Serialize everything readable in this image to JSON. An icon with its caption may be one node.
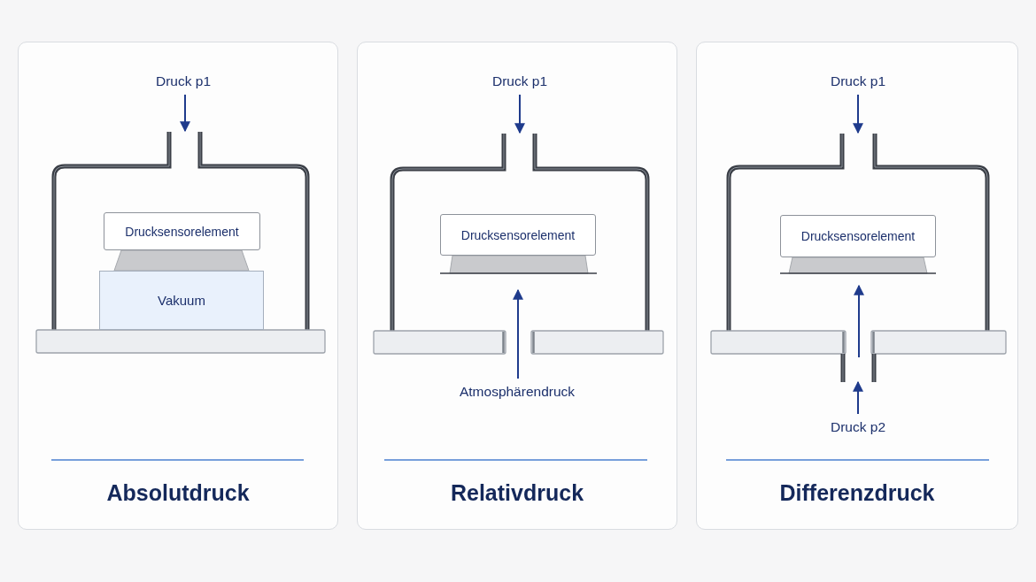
{
  "diagram": {
    "nodes": [
      {
        "text": [
          "Absolutdruck"
        ]
      },
      {
        "text": [
          "Druck p1"
        ],
        "in": 0
      },
      {
        "text": [
          "Drucksensorelement"
        ],
        "in": 0
      },
      {
        "text": [
          "Vakuum"
        ],
        "in": 0
      },
      {
        "text": [
          "Relativdruck"
        ]
      },
      {
        "text": [
          "Druck p1"
        ],
        "in": 4
      },
      {
        "text": [
          "Drucksensorelement"
        ],
        "in": 4
      },
      {
        "text": [
          "Atmosphärendruck"
        ],
        "in": 4
      },
      {
        "text": [
          "Differenzdruck"
        ]
      },
      {
        "text": [
          "Druck p1"
        ],
        "in": 8
      },
      {
        "text": [
          "Drucksensorelement"
        ],
        "in": 8
      },
      {
        "text": [
          "Druck p2"
        ],
        "in": 8
      }
    ],
    "edges": [
      {
        "from": 1,
        "to": null,
        "arrow": "to"
      },
      {
        "from": 5,
        "to": null,
        "arrow": "to"
      },
      {
        "from": 7,
        "to": null,
        "arrow": "to"
      },
      {
        "from": 9,
        "to": null,
        "arrow": "to"
      },
      {
        "from": 11,
        "to": null,
        "arrow": "to"
      }
    ]
  }
}
